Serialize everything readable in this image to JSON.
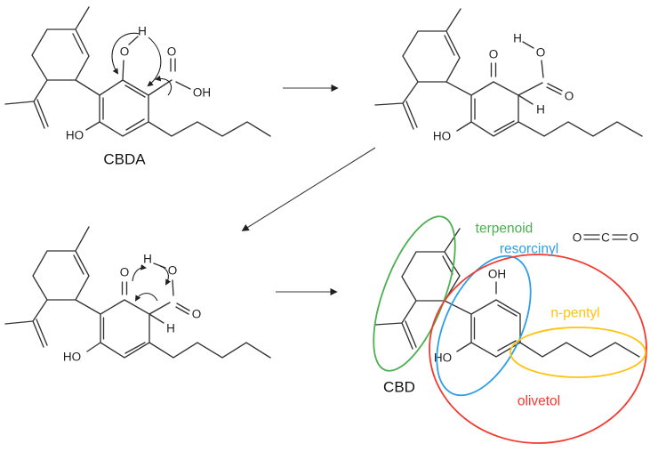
{
  "diagram": {
    "molecule_labels": {
      "cbda": "CBDA",
      "cbd": "CBD"
    },
    "region_labels": {
      "terpenoid": "terpenoid",
      "resorcinyl": "resorcinyl",
      "n_pentyl": "n-pentyl",
      "olivetol": "olivetol"
    },
    "atom_labels": {
      "h": "H",
      "o": "O",
      "c": "C",
      "oh": "OH",
      "ho": "HO"
    },
    "colors": {
      "terpenoid": "#4caf50",
      "resorcinyl": "#2e9fe6",
      "n_pentyl": "#ffc20e",
      "olivetol": "#f4392e"
    }
  }
}
